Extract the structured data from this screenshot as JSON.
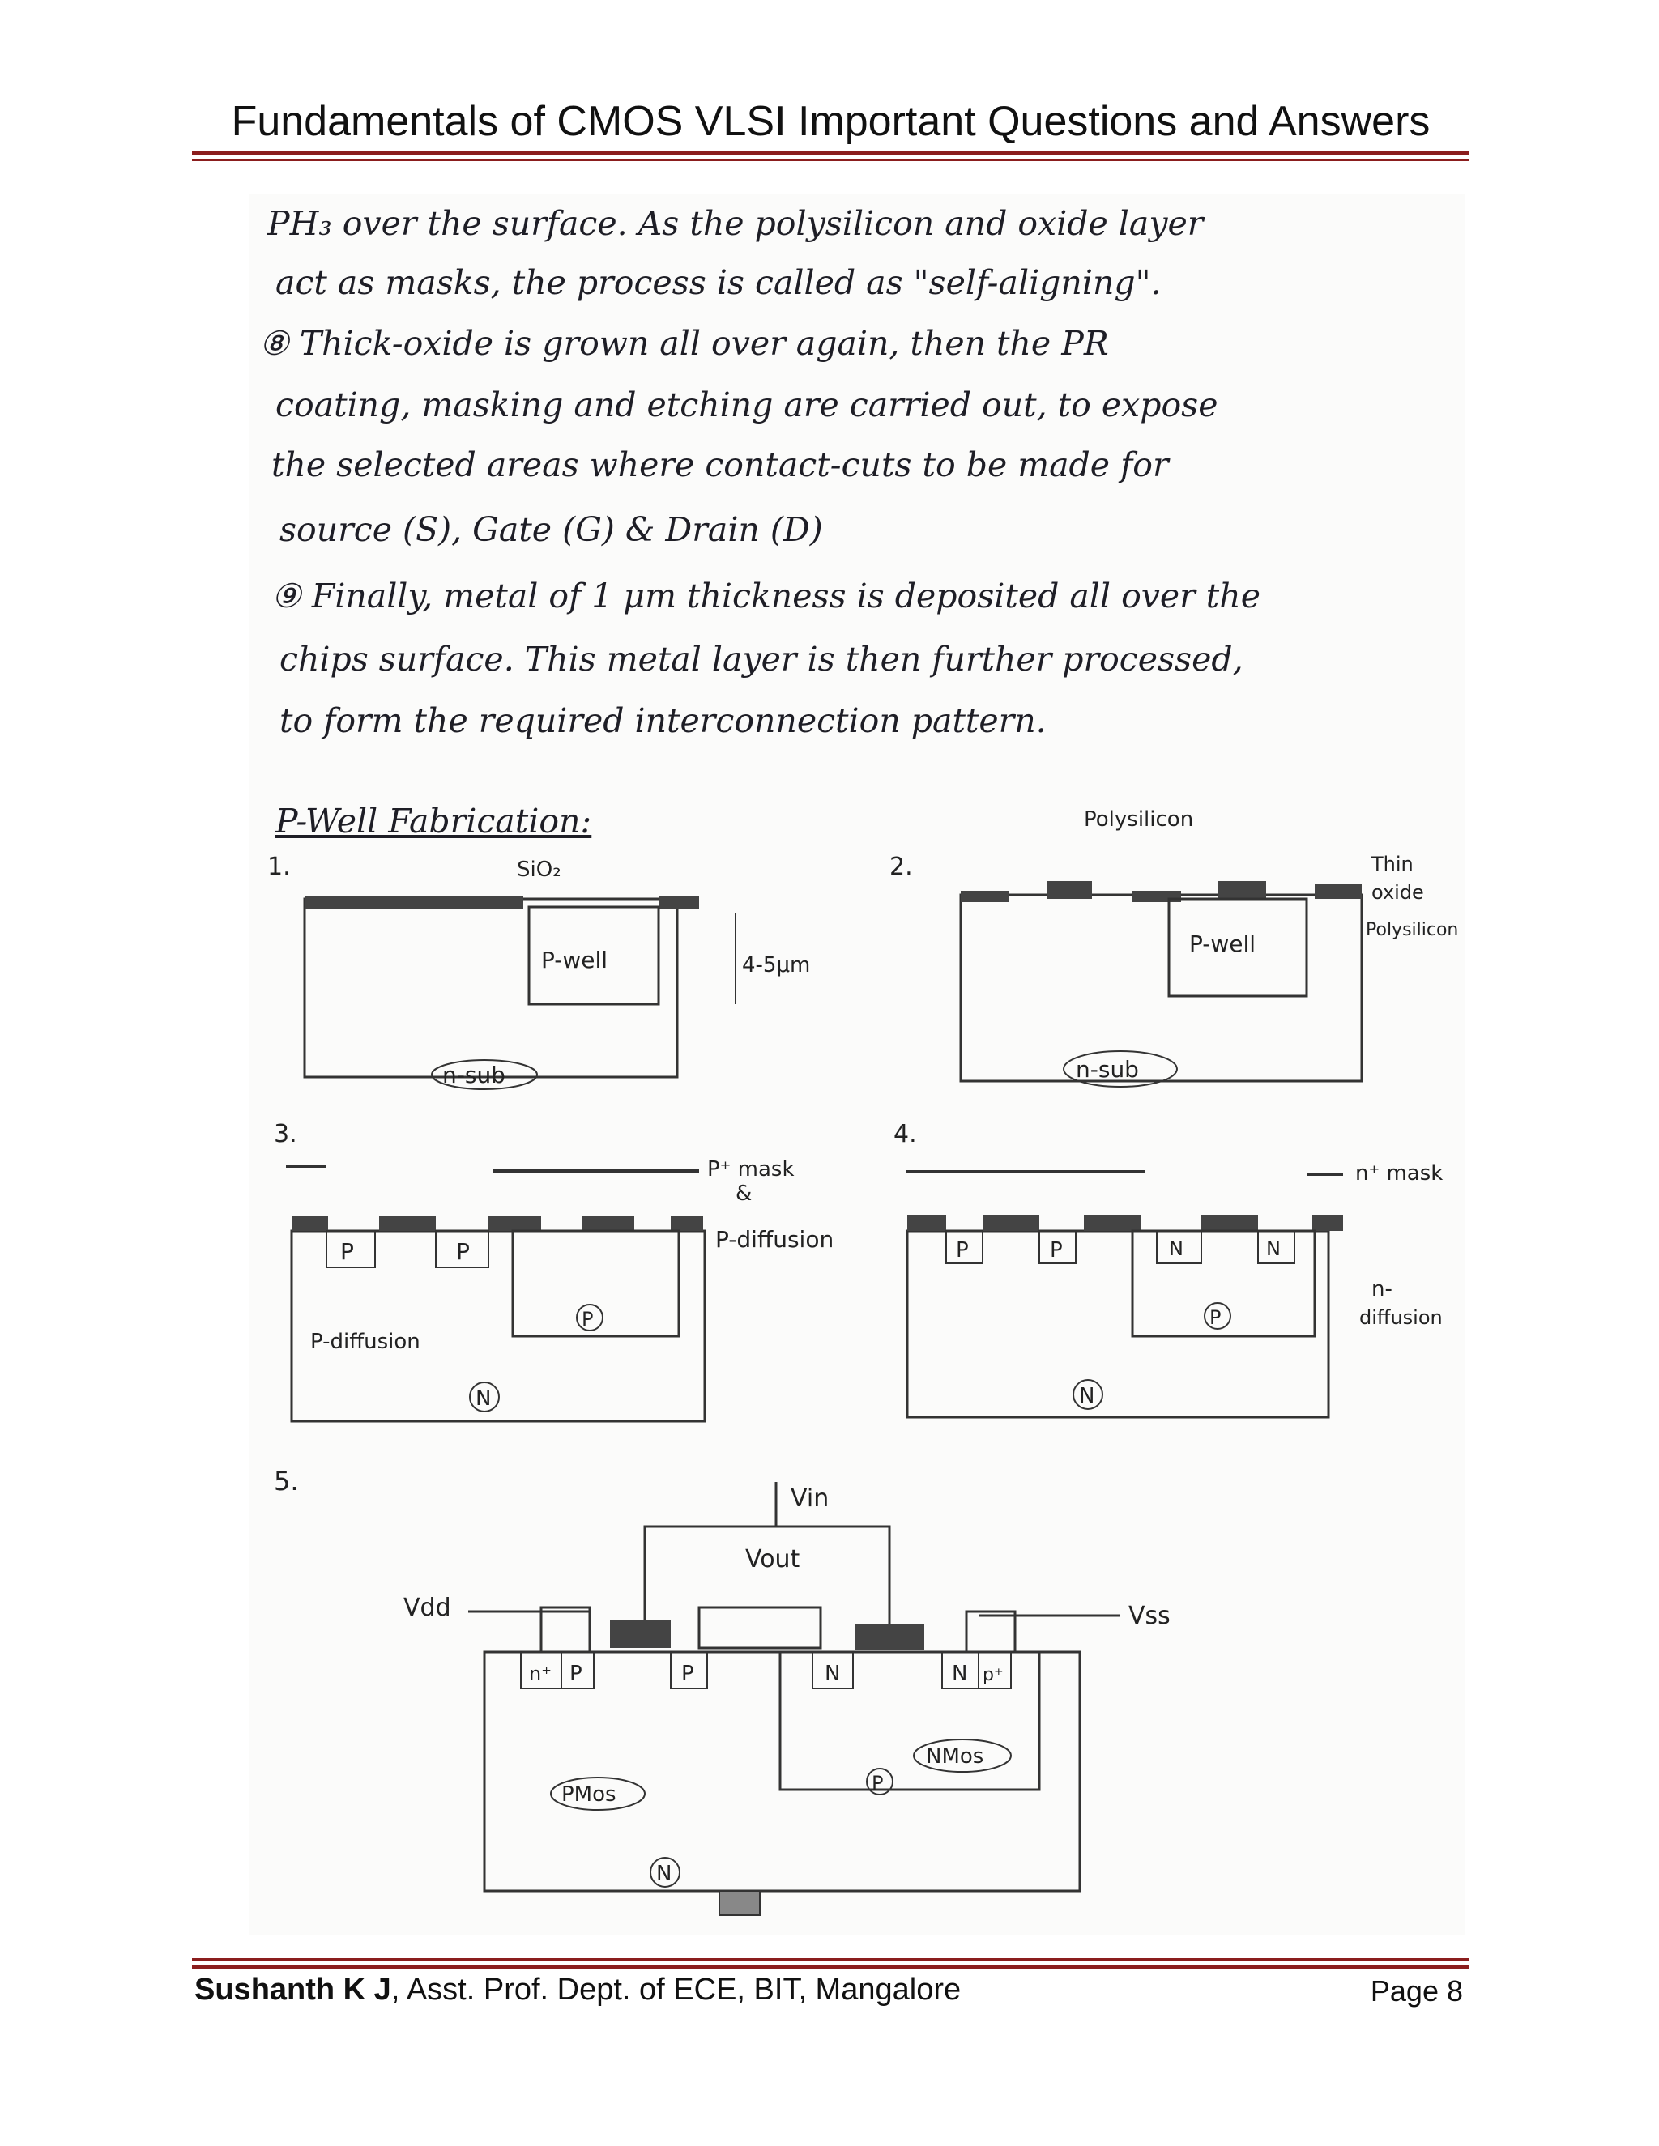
{
  "header": {
    "title": "Fundamentals of CMOS VLSI Important Questions and Answers"
  },
  "notes": {
    "lines": [
      "PH₃ over the surface. As the polysilicon and oxide layer",
      "act as masks, the process is called as \"self-aligning\".",
      "⑧ Thick-oxide is grown all over again, then the PR",
      "coating, masking and etching are carried out, to expose",
      "the selected areas where contact-cuts to be made for",
      "source (S), Gate (G) & Drain (D)",
      "⑨ Finally, metal of 1 μm thickness is deposited all over the",
      "chips surface. This metal layer is then further processed,",
      "to form the required interconnection pattern."
    ]
  },
  "section": {
    "title": "P-Well Fabrication:"
  },
  "diagrams": {
    "d1": {
      "num": "1.",
      "sio2": "SiO₂",
      "pwell": "P-well",
      "depth": "4-5μm",
      "sub": "n-sub"
    },
    "d2": {
      "num": "2.",
      "poly": "Polysilicon",
      "thin": "Thin",
      "oxide": "oxide",
      "poly2": "Polysilicon",
      "pwell": "P-well",
      "sub": "n-sub"
    },
    "d3": {
      "num": "3.",
      "mask1": "P⁺ mask",
      "mask2": "&",
      "mask3": "P-diffusion",
      "p": "P",
      "pdiff": "P-diffusion",
      "pwell": "P",
      "sub": "N"
    },
    "d4": {
      "num": "4.",
      "mask": "n⁺ mask",
      "p": "P",
      "n": "N",
      "ndiff1": "n-",
      "ndiff2": "diffusion",
      "pwell": "P",
      "sub": "N"
    },
    "d5": {
      "num": "5.",
      "vin": "Vin",
      "vout": "Vout",
      "vdd": "Vdd",
      "vss": "Vss",
      "nplus": "n⁺",
      "p": "P",
      "n": "N",
      "pplus": "p⁺",
      "nmos": "NMos",
      "pmos": "PMos",
      "pwell": "P",
      "sub": "N"
    }
  },
  "footer": {
    "author": "Sushanth K J",
    "affiliation": ", Asst. Prof.  Dept. of ECE, BIT, Mangalore",
    "page": "Page 8"
  }
}
